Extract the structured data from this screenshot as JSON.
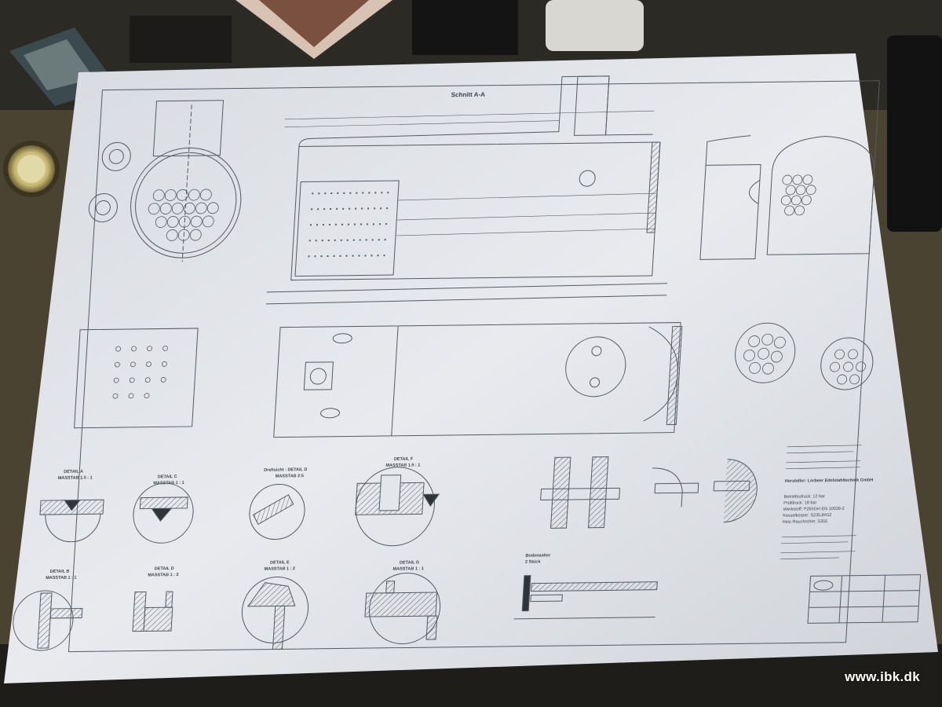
{
  "drawing": {
    "section_title": "Schnitt A-A",
    "details": [
      {
        "title": "DETAIL A",
        "scale": "MASSTAB 1.5 : 1"
      },
      {
        "title": "DETAIL C",
        "scale": "MASSTAB 1 : 1"
      },
      {
        "title": "Drehsicht - DETAIL D",
        "scale": "MASSTAB 2:5"
      },
      {
        "title": "DETAIL F",
        "scale": "MASSTAB 1.5 : 1"
      },
      {
        "title": "DETAIL B",
        "scale": "MASSTAB 1 : 1"
      },
      {
        "title": "DETAIL D",
        "scale": "MASSTAB 1 : 2"
      },
      {
        "title": "DETAIL E",
        "scale": "MASSTAB 1 : 2"
      },
      {
        "title": "DETAIL G",
        "scale": "MASSTAB 1 : 1"
      }
    ],
    "boden_label": "Bodenanker",
    "boden_count": "2 Stück",
    "spec_lines": [
      "Hersteller: Lorbeer Edelstahltechnik GmbH",
      "Betriebsdruck:   12 bar",
      "Prüfdruck:       18 bar",
      "Werkstoff:       P265GH EN 10028-2",
      "Kesselkörper:    S235JRG2",
      "Heiz-Rauchrohre: S355"
    ]
  },
  "watermark": "www.ibk.dk",
  "colors": {
    "background": "#3a3527",
    "paper": "#e4e6ea",
    "ink": "#505560"
  }
}
